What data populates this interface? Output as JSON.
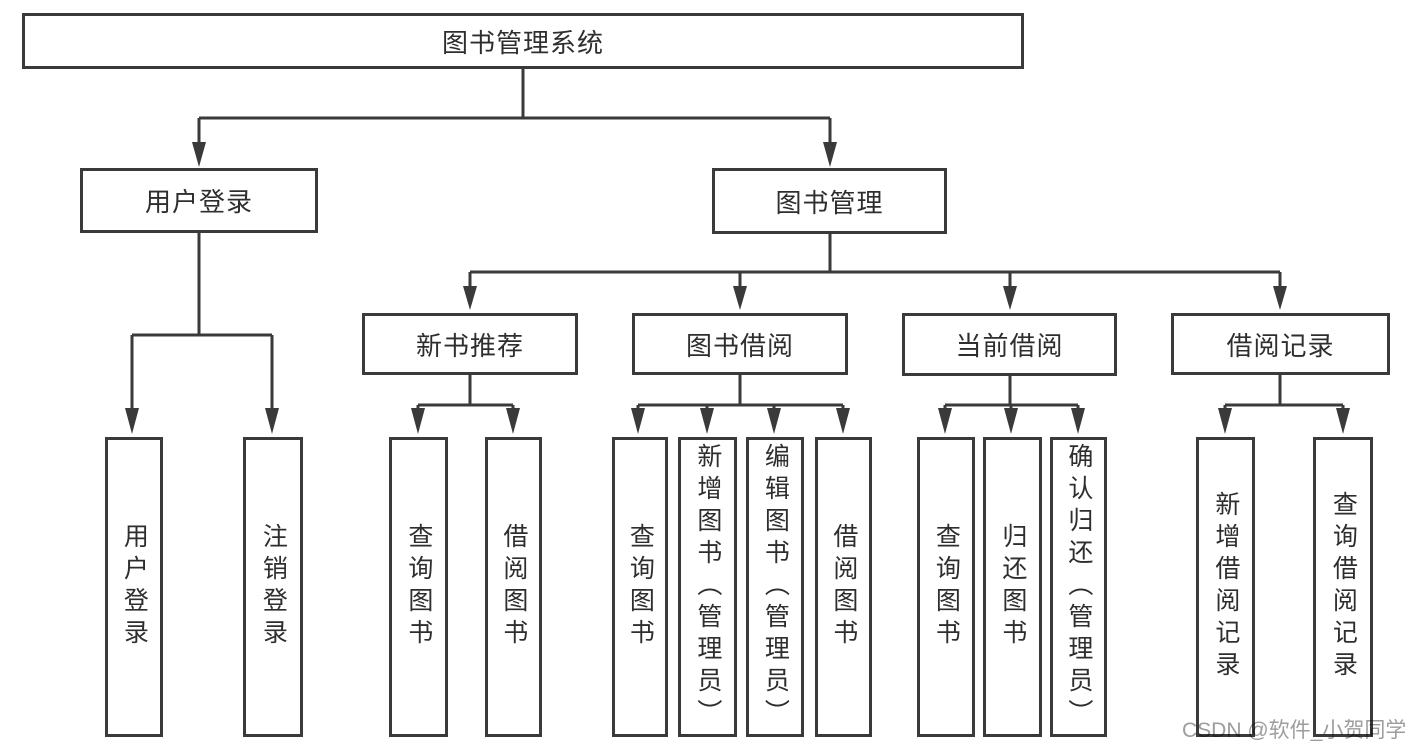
{
  "diagram": {
    "title": "图书管理系统",
    "nodes": {
      "root": "图书管理系统",
      "user_login": "用户登录",
      "book_management": "图书管理",
      "new_book_recommend": "新书推荐",
      "book_borrowing": "图书借阅",
      "current_borrowing": "当前借阅",
      "borrowing_records": "借阅记录",
      "leaf_user_login": "用户登录",
      "leaf_logout": "注销登录",
      "leaf_query_book_rec": "查询图书",
      "leaf_borrow_book_rec": "借阅图书",
      "leaf_query_book_borrow": "查询图书",
      "leaf_add_book_admin": "新增图书（管理员）",
      "leaf_edit_book_admin": "编辑图书（管理员）",
      "leaf_borrow_book_borrow": "借阅图书",
      "leaf_query_book_current": "查询图书",
      "leaf_return_book": "归还图书",
      "leaf_confirm_return_admin": "确认归还（管理员）",
      "leaf_add_borrow_record": "新增借阅记录",
      "leaf_query_borrow_record": "查询借阅记录"
    },
    "hierarchy": {
      "图书管理系统": {
        "用户登录": [
          "用户登录",
          "注销登录"
        ],
        "图书管理": {
          "新书推荐": [
            "查询图书",
            "借阅图书"
          ],
          "图书借阅": [
            "查询图书",
            "新增图书（管理员）",
            "编辑图书（管理员）",
            "借阅图书"
          ],
          "当前借阅": [
            "查询图书",
            "归还图书",
            "确认归还（管理员）"
          ],
          "借阅记录": [
            "新增借阅记录",
            "查询借阅记录"
          ]
        }
      }
    },
    "colors": {
      "line": "#3a3a3a",
      "box_border": "#3a3a3a",
      "box_background": "#ffffff",
      "text": "#2e2e2e",
      "watermark": "#9d9d9d"
    }
  },
  "watermark": {
    "text": "CSDN @软件_小贺同学"
  }
}
